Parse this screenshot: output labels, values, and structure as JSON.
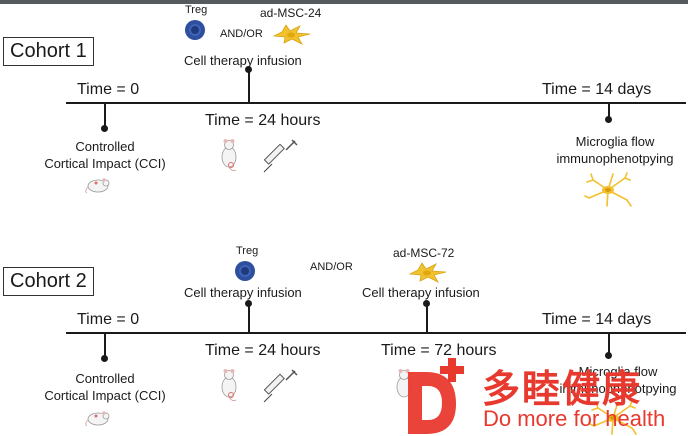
{
  "cohort1": {
    "label": "Cohort 1",
    "treg": "Treg",
    "and_or": "AND/OR",
    "msc": "ad-MSC-24",
    "infusion": "Cell therapy infusion",
    "t0": "Time = 0",
    "t24": "Time = 24 hours",
    "t14": "Time = 14 days",
    "cci_line1": "Controlled",
    "cci_line2": "Cortical Impact (CCI)",
    "micro_line1": "Microglia flow",
    "micro_line2": "immunophenotpying"
  },
  "cohort2": {
    "label": "Cohort 2",
    "treg": "Treg",
    "and_or": "AND/OR",
    "msc": "ad-MSC-72",
    "infusion_a": "Cell therapy infusion",
    "infusion_b": "Cell therapy infusion",
    "t0": "Time = 0",
    "t24": "Time = 24 hours",
    "t72": "Time = 72 hours",
    "t14": "Time = 14 days",
    "cci_line1": "Controlled",
    "cci_line2": "Cortical Impact (CCI)",
    "micro_line1": "Microglia flow",
    "micro_line2": "immunophenotpying"
  },
  "watermark": {
    "chinese": "多睦健康",
    "tagline": "Do more for health"
  },
  "colors": {
    "line": "#1a1a1a",
    "treg_cell": "#2d4f9e",
    "msc_cell": "#f2c12e",
    "watermark_red": "#e8392f"
  },
  "icons": [
    "treg-cell-icon",
    "msc-cell-icon",
    "mouse-icon",
    "syringe-icon",
    "microglia-icon"
  ]
}
